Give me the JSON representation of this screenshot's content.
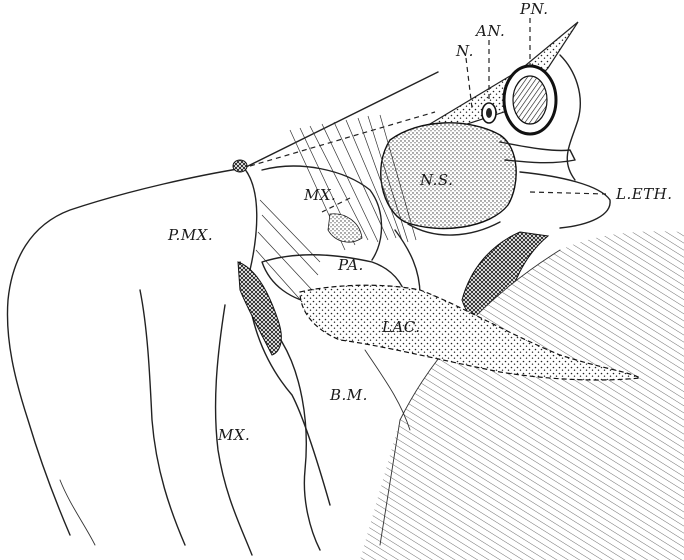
{
  "figure": {
    "labels": {
      "n": "N.",
      "an": "AN.",
      "pn": "PN.",
      "ns": "N.S.",
      "leth": "L.ETH.",
      "mx_upper": "MX.",
      "pmx": "P.MX.",
      "pa": "PA.",
      "lac": "LAC.",
      "bm": "B.M.",
      "mx_lower": "MX."
    }
  }
}
